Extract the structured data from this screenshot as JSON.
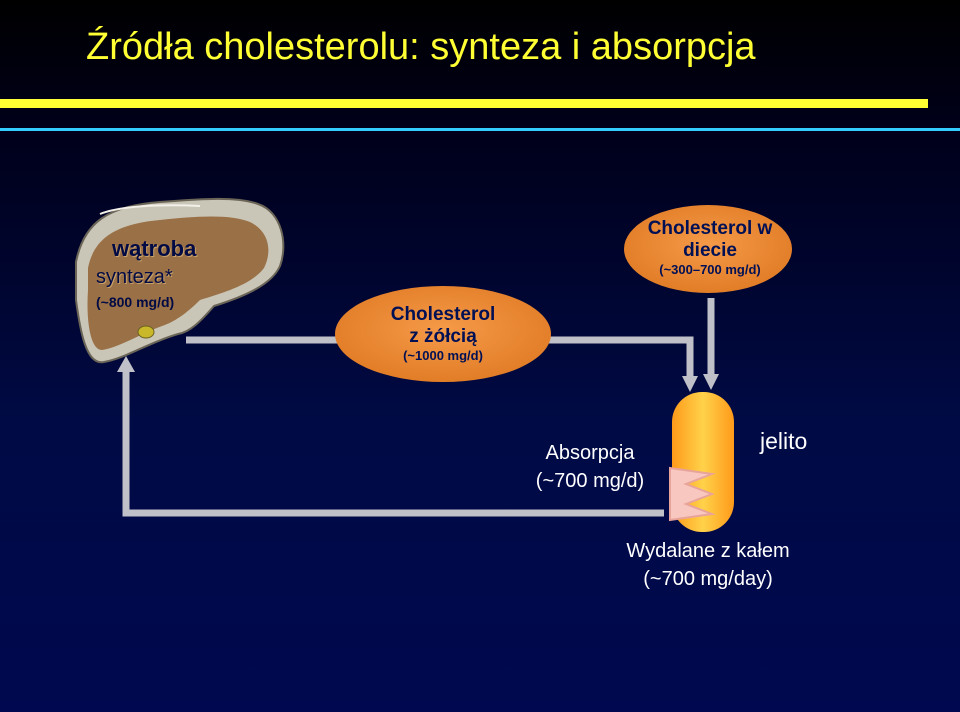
{
  "title": "Źródła cholesterolu: synteza i absorpcja",
  "liver": {
    "name": "wątroba",
    "synthesis": "synteza*",
    "rate": "(~800 mg/d)"
  },
  "bile": {
    "line1": "Cholesterol",
    "line2": "z żółcią",
    "rate": "(~1000 mg/d)"
  },
  "diet": {
    "line1": "Cholesterol w",
    "line2": "diecie",
    "rate": "(~300–700 mg/d)"
  },
  "absorption": {
    "label": "Absorpcja",
    "rate": "(~700 mg/d)"
  },
  "intestine": {
    "name": "jelito"
  },
  "excretion": {
    "label": "Wydalane z kałem",
    "rate": "(~700 mg/day)"
  },
  "colors": {
    "title": "#ffff33",
    "accent_line": "#33ccff",
    "oval": "#ee8833",
    "liver": "#9a7046",
    "arrow": "#c0c0c8"
  }
}
